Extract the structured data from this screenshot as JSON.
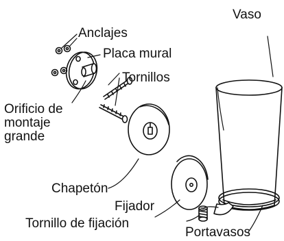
{
  "labels": {
    "vaso": "Vaso",
    "anclajes": "Anclajes",
    "placa_mural": "Placa mural",
    "tornillos": "Tornillos",
    "orificio_line1": "Orificio de",
    "orificio_line2": "montaje",
    "orificio_line3": "grande",
    "chapeton": "Chapetón",
    "fijador": "Fijador",
    "tornillo_fijacion": "Tornillo de fijación",
    "portavasos": "Portavasos"
  },
  "colors": {
    "ink": "#111111",
    "paper": "#ffffff"
  }
}
